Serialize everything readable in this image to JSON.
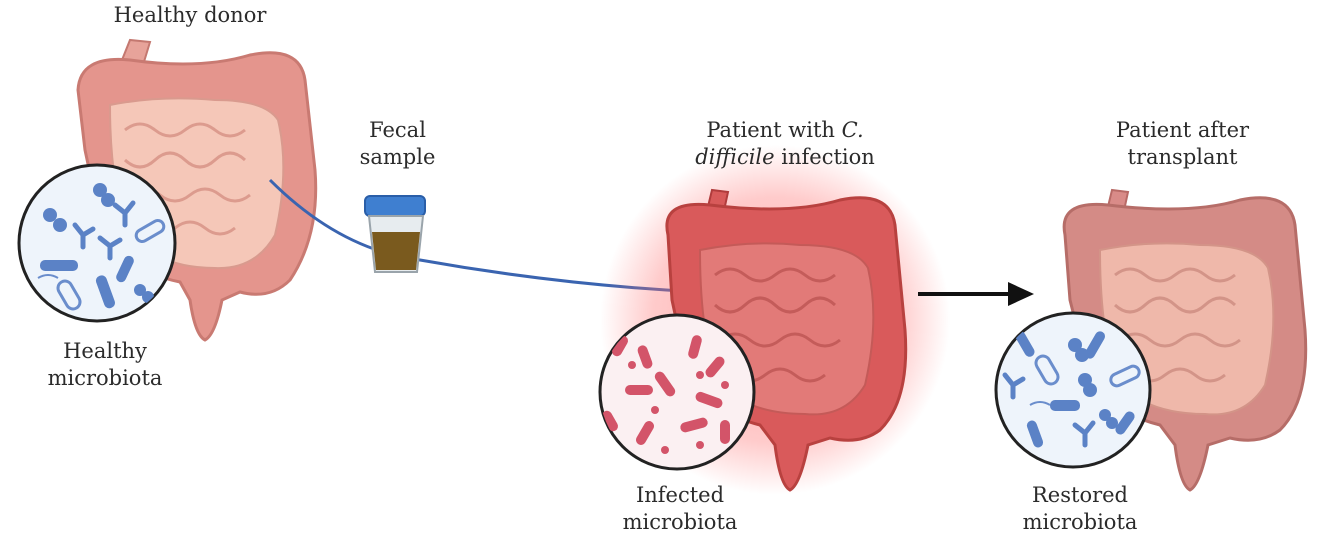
{
  "labels": {
    "donor": "Healthy donor",
    "fecal_line1": "Fecal",
    "fecal_line2": "sample",
    "patient_line1_text": "Patient with ",
    "patient_line1_italic": "C.",
    "patient_line2_italic": "difficile",
    "patient_line2_text": " infection",
    "after_line1": "Patient after",
    "after_line2": "transplant",
    "healthy_line1": "Healthy",
    "healthy_line2": "microbiota",
    "infected_line1": "Infected",
    "infected_line2": "microbiota",
    "restored_line1": "Restored",
    "restored_line2": "microbiota"
  },
  "colors": {
    "healthy_gut": "#e8a29a",
    "healthy_gut_inner": "#f4c4b6",
    "infected_gut": "#d9585a",
    "infected_glow": "#ff6b6b",
    "recovering_gut": "#d98b88",
    "healthy_bacteria": "#4f78c0",
    "infected_bacteria": "#d35469",
    "transfer_arrow": "#3a64b0",
    "progress_arrow": "#111111",
    "sample_lid": "#3f7fd0",
    "sample_content": "#7a5a1e"
  },
  "icons": {
    "donor_gut": "healthy-intestine-icon",
    "patient_gut": "inflamed-intestine-icon",
    "after_gut": "restored-intestine-icon",
    "sample": "specimen-cup-icon",
    "healthy_circle": "healthy-bacteria-icon",
    "infected_circle": "infected-bacteria-icon",
    "restored_circle": "restored-bacteria-icon"
  }
}
